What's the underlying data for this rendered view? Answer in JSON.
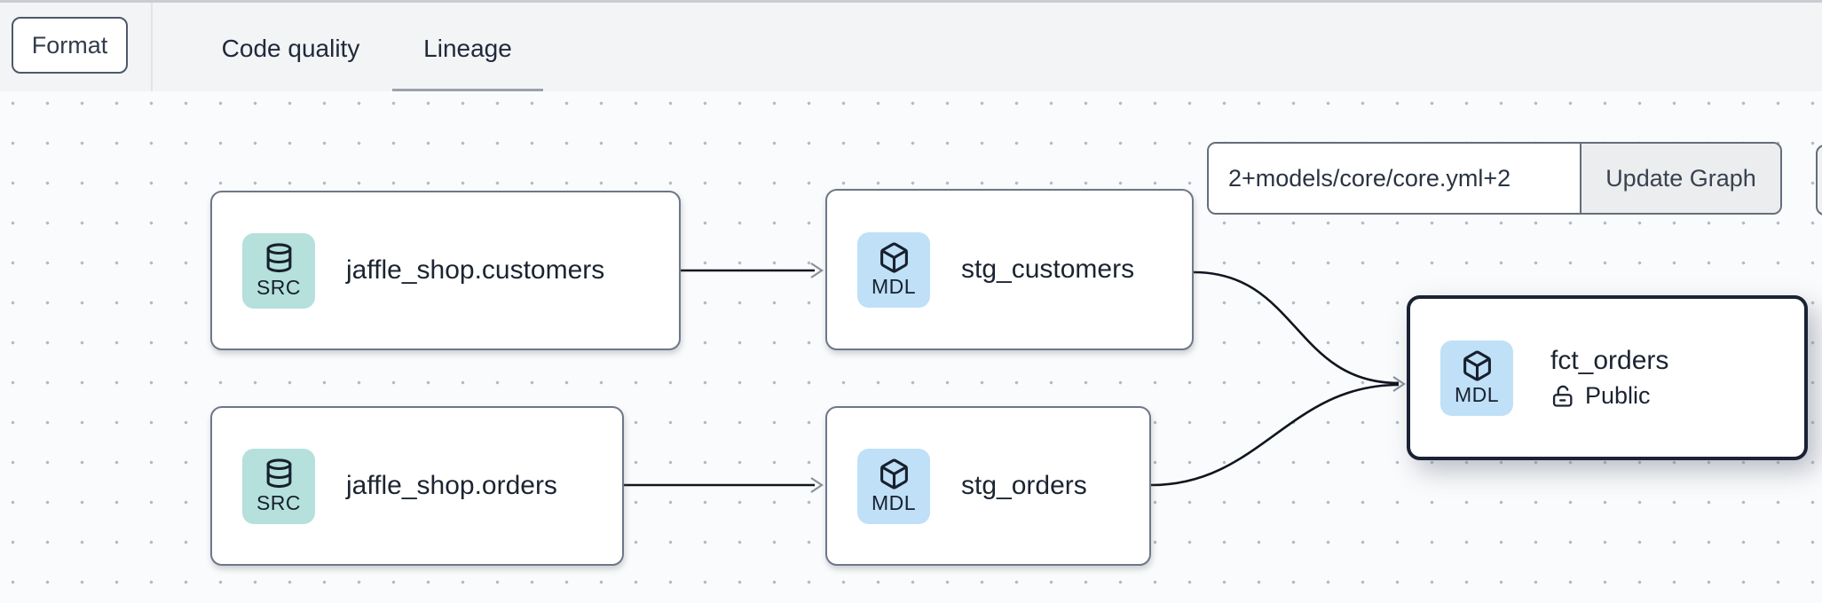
{
  "toolbar": {
    "format_label": "Format",
    "tabs": [
      {
        "label": "Code quality",
        "active": false
      },
      {
        "label": "Lineage",
        "active": true
      }
    ]
  },
  "lineage": {
    "filter_input_value": "2+models/core/core.yml+2",
    "update_graph_label": "Update Graph",
    "nodes": [
      {
        "label": "jaffle_shop.customers",
        "type": "SRC",
        "icon": "database-icon",
        "selected": false
      },
      {
        "label": "stg_customers",
        "type": "MDL",
        "icon": "cube-icon",
        "selected": false
      },
      {
        "label": "jaffle_shop.orders",
        "type": "SRC",
        "icon": "database-icon",
        "selected": false
      },
      {
        "label": "stg_orders",
        "type": "MDL",
        "icon": "cube-icon",
        "selected": false
      },
      {
        "label": "fct_orders",
        "type": "MDL",
        "icon": "cube-icon",
        "access": "Public",
        "access_icon": "unlock-icon",
        "selected": true
      }
    ],
    "edges": [
      {
        "from": "jaffle_shop.customers",
        "to": "stg_customers"
      },
      {
        "from": "jaffle_shop.orders",
        "to": "stg_orders"
      },
      {
        "from": "stg_customers",
        "to": "fct_orders"
      },
      {
        "from": "stg_orders",
        "to": "fct_orders"
      }
    ],
    "colors": {
      "src_badge": "#b5e0dc",
      "mdl_badge": "#bfe0f7",
      "node_border": "#6e7787",
      "selected_node_border": "#1a2233",
      "edge_line": "#10151f",
      "arrowhead": "#8a909b",
      "active_tab_indicator": "#9aa1ad",
      "toolbar_background": "#f3f4f6",
      "canvas_background": "#fafbfc"
    }
  }
}
